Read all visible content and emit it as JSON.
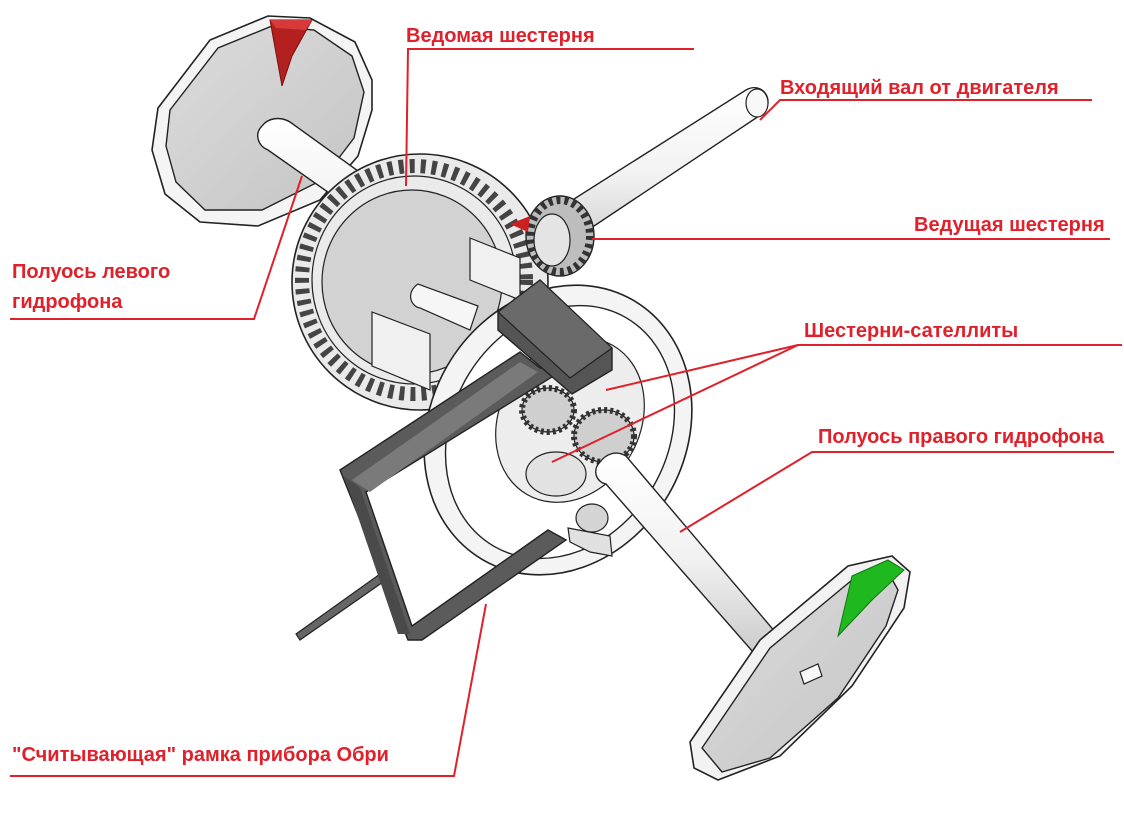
{
  "labels": {
    "driven_gear": "Ведомая шестерня",
    "input_shaft": "Входящий вал от двигателя",
    "drive_gear": "Ведущая шестерня",
    "left_halfshaft_line1": "Полуось левого",
    "left_halfshaft_line2": "гидрофона",
    "satellite_gears": "Шестерни-сателлиты",
    "right_halfshaft": "Полуось правого гидрофона",
    "reading_frame": "\"Считывающая\" рамка прибора Обри"
  },
  "colors": {
    "label": "#e0202a",
    "left_marker": "#b22020",
    "right_marker": "#1fb81f",
    "part_fill": "#ececec",
    "part_shade": "#c8c8c8",
    "part_dark": "#5a5a5a",
    "outline": "#222222"
  }
}
